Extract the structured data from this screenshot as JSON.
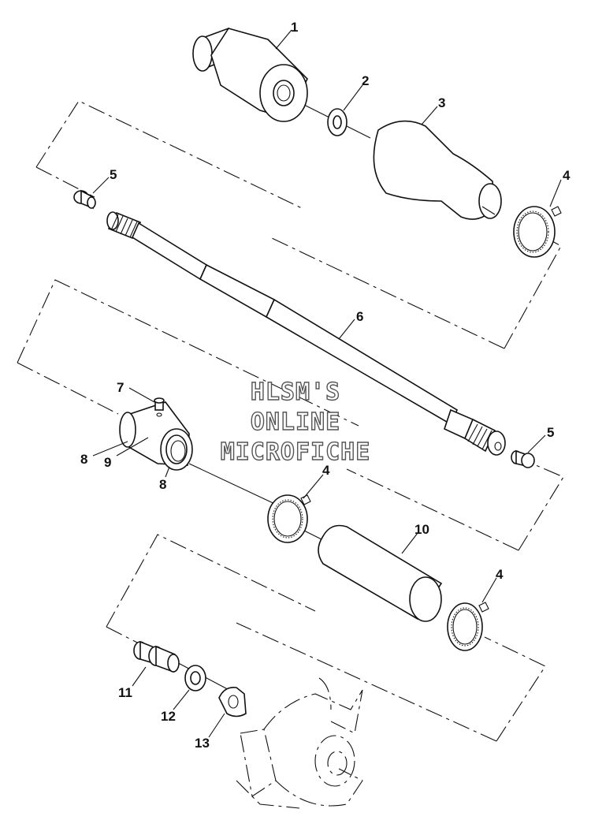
{
  "callouts": {
    "c1": "1",
    "c2": "2",
    "c3": "3",
    "c4a": "4",
    "c5a": "5",
    "c6": "6",
    "c7": "7",
    "c8a": "8",
    "c9": "9",
    "c8b": "8",
    "c5b": "5",
    "c4b": "4",
    "c10": "10",
    "c4c": "4",
    "c11": "11",
    "c12": "12",
    "c13": "13"
  },
  "watermark": {
    "line1": "HLSM'S",
    "line2": "ONLINE",
    "line3": "MICROFICHE"
  }
}
